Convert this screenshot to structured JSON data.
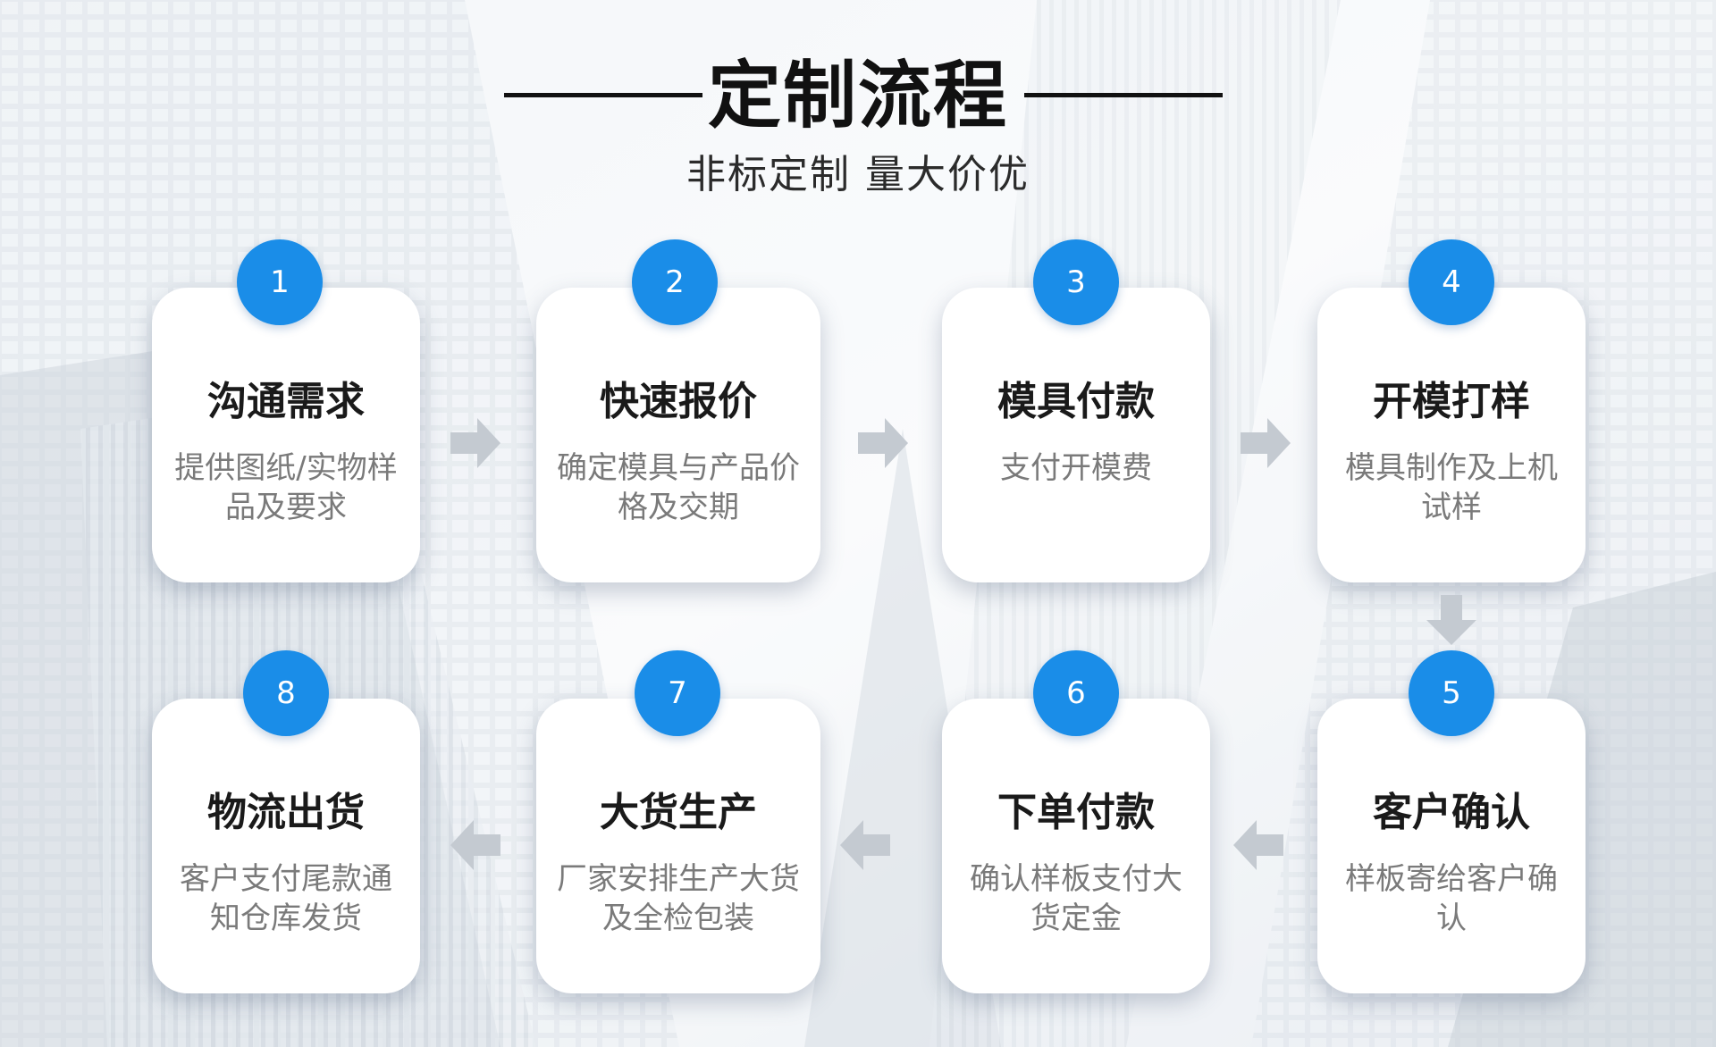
{
  "header": {
    "title": "定制流程",
    "subtitle": "非标定制 量大价优"
  },
  "steps": [
    {
      "number": "1",
      "title": "沟通需求",
      "desc": "提供图纸/实物样品及要求"
    },
    {
      "number": "2",
      "title": "快速报价",
      "desc": "确定模具与产品价格及交期"
    },
    {
      "number": "3",
      "title": "模具付款",
      "desc": "支付开模费"
    },
    {
      "number": "4",
      "title": "开模打样",
      "desc": "模具制作及上机试样"
    },
    {
      "number": "5",
      "title": "客户确认",
      "desc": "样板寄给客户确认"
    },
    {
      "number": "6",
      "title": "下单付款",
      "desc": "确认样板支付大货定金"
    },
    {
      "number": "7",
      "title": "大货生产",
      "desc": "厂家安排生产大货及全检包装"
    },
    {
      "number": "8",
      "title": "物流出货",
      "desc": "客户支付尾款通知仓库发货"
    }
  ],
  "colors": {
    "badge": "#1a8de8",
    "arrow": "#c4cad1",
    "card": "#ffffff"
  }
}
